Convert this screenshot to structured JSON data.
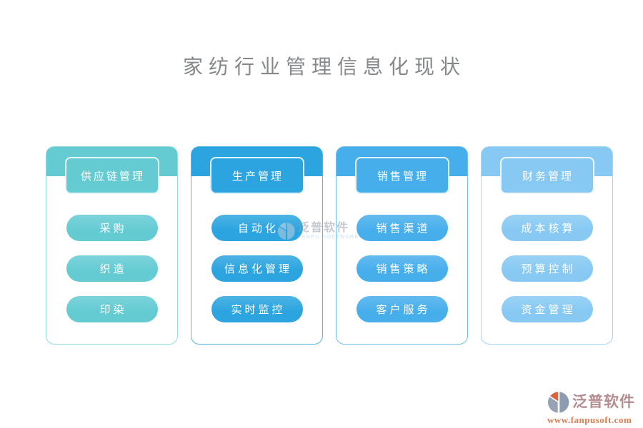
{
  "page": {
    "title": "家纺行业管理信息化现状",
    "title_color": "#85888b"
  },
  "columns": [
    {
      "header": "供应链管理",
      "items": [
        "采购",
        "织造",
        "印染"
      ],
      "color": "#64cbd3",
      "border_color": "#8fdbe0"
    },
    {
      "header": "生产管理",
      "items": [
        "自动化",
        "信息化管理",
        "实时监控"
      ],
      "color": "#2ba4df",
      "border_color": "#55b6e6"
    },
    {
      "header": "销售管理",
      "items": [
        "销售渠道",
        "销售策略",
        "客户服务"
      ],
      "color": "#47aeec",
      "border_color": "#6fc0f1"
    },
    {
      "header": "财务管理",
      "items": [
        "成本核算",
        "预算控制",
        "资金管理"
      ],
      "color": "#87c9f3",
      "border_color": "#a6d6f7"
    }
  ],
  "watermark_center": {
    "brand": "泛普软件",
    "subtitle": "FANPU SOFTWARE"
  },
  "watermark_footer": {
    "brand": "泛普软件",
    "url": "www.fanpusoft.com",
    "brand_color": "#b38e92",
    "url_color": "#dd7e52",
    "logo_accent_color": "#d96443",
    "logo_gray_color": "#8e9bb0"
  }
}
